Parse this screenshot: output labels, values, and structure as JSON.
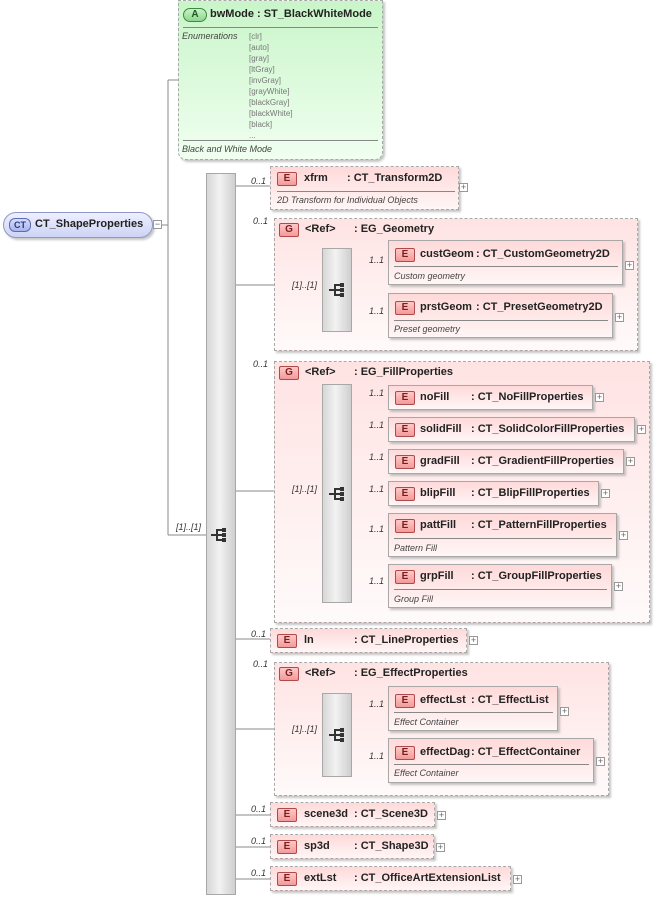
{
  "root": {
    "tag": "CT",
    "name": "CT_ShapeProperties"
  },
  "attribute": {
    "tag": "A",
    "name": "bwMode",
    "type": ": ST_BlackWhiteMode",
    "enum_label": "Enumerations",
    "enum_values": [
      "[clr]",
      "[auto]",
      "[gray]",
      "[ltGray]",
      "[invGray]",
      "[grayWhite]",
      "[blackGray]",
      "[blackWhite]",
      "[black]",
      "..."
    ],
    "doc": "Black and White Mode"
  },
  "root_seq_mult": "[1]..[1]",
  "elements": {
    "xfrm": {
      "tag": "E",
      "mult": "0..1",
      "name": "xfrm",
      "type": ": CT_Transform2D",
      "doc": "2D Transform for Individual Objects"
    },
    "geometry": {
      "tag": "G",
      "mult": "0..1",
      "ref": "<Ref>",
      "type": ": EG_Geometry",
      "seq_mult": "[1]..[1]",
      "items": [
        {
          "tag": "E",
          "mult": "1..1",
          "name": "custGeom",
          "type": ": CT_CustomGeometry2D",
          "doc": "Custom geometry"
        },
        {
          "tag": "E",
          "mult": "1..1",
          "name": "prstGeom",
          "type": ": CT_PresetGeometry2D",
          "doc": "Preset geometry"
        }
      ]
    },
    "fill": {
      "tag": "G",
      "mult": "0..1",
      "ref": "<Ref>",
      "type": ": EG_FillProperties",
      "seq_mult": "[1]..[1]",
      "items": [
        {
          "tag": "E",
          "mult": "1..1",
          "name": "noFill",
          "type": ": CT_NoFillProperties"
        },
        {
          "tag": "E",
          "mult": "1..1",
          "name": "solidFill",
          "type": ": CT_SolidColorFillProperties"
        },
        {
          "tag": "E",
          "mult": "1..1",
          "name": "gradFill",
          "type": ": CT_GradientFillProperties"
        },
        {
          "tag": "E",
          "mult": "1..1",
          "name": "blipFill",
          "type": ": CT_BlipFillProperties"
        },
        {
          "tag": "E",
          "mult": "1..1",
          "name": "pattFill",
          "type": ": CT_PatternFillProperties",
          "doc": "Pattern Fill"
        },
        {
          "tag": "E",
          "mult": "1..1",
          "name": "grpFill",
          "type": ": CT_GroupFillProperties",
          "doc": "Group Fill"
        }
      ]
    },
    "ln": {
      "tag": "E",
      "mult": "0..1",
      "name": "ln",
      "type": ": CT_LineProperties"
    },
    "effect": {
      "tag": "G",
      "mult": "0..1",
      "ref": "<Ref>",
      "type": ": EG_EffectProperties",
      "seq_mult": "[1]..[1]",
      "items": [
        {
          "tag": "E",
          "mult": "1..1",
          "name": "effectLst",
          "type": ": CT_EffectList",
          "doc": "Effect Container"
        },
        {
          "tag": "E",
          "mult": "1..1",
          "name": "effectDag",
          "type": ": CT_EffectContainer",
          "doc": "Effect Container"
        }
      ]
    },
    "scene3d": {
      "tag": "E",
      "mult": "0..1",
      "name": "scene3d",
      "type": ": CT_Scene3D"
    },
    "sp3d": {
      "tag": "E",
      "mult": "0..1",
      "name": "sp3d",
      "type": ": CT_Shape3D"
    },
    "extLst": {
      "tag": "E",
      "mult": "0..1",
      "name": "extLst",
      "type": ": CT_OfficeArtExtensionList"
    }
  }
}
